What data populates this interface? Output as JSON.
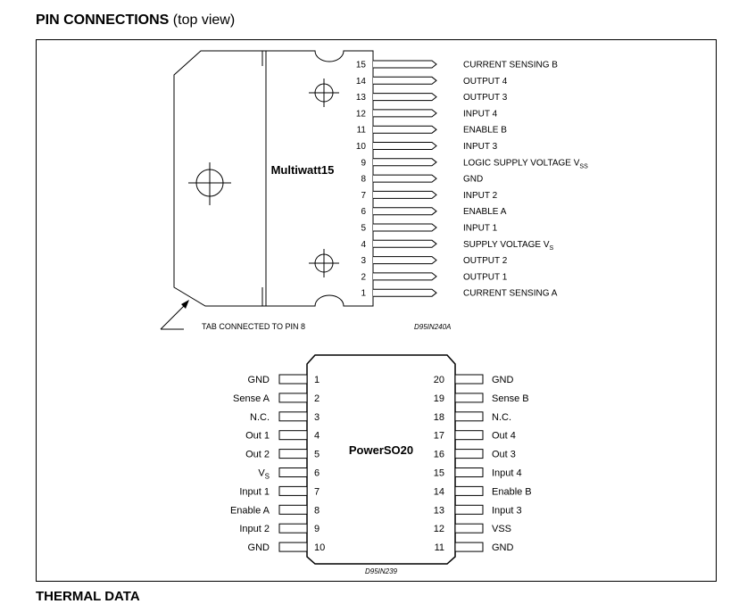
{
  "section_title": {
    "main": "PIN CONNECTIONS",
    "sub": "(top view)"
  },
  "multiwatt": {
    "package_name": "Multiwatt15",
    "pins": [
      {
        "num": "15",
        "label": "CURRENT SENSING B"
      },
      {
        "num": "14",
        "label": "OUTPUT 4"
      },
      {
        "num": "13",
        "label": "OUTPUT 3"
      },
      {
        "num": "12",
        "label": "INPUT 4"
      },
      {
        "num": "11",
        "label": "ENABLE B"
      },
      {
        "num": "10",
        "label": "INPUT 3"
      },
      {
        "num": "9",
        "label": "LOGIC SUPPLY VOLTAGE V",
        "sub": "SS"
      },
      {
        "num": "8",
        "label": "GND"
      },
      {
        "num": "7",
        "label": "INPUT 2"
      },
      {
        "num": "6",
        "label": "ENABLE A"
      },
      {
        "num": "5",
        "label": "INPUT 1"
      },
      {
        "num": "4",
        "label": "SUPPLY VOLTAGE V",
        "sub": "S"
      },
      {
        "num": "3",
        "label": "OUTPUT 2"
      },
      {
        "num": "2",
        "label": "OUTPUT 1"
      },
      {
        "num": "1",
        "label": "CURRENT SENSING A"
      }
    ],
    "tab_note": "TAB CONNECTED TO PIN 8",
    "drawing_code": "D95IN240A"
  },
  "powerso": {
    "package_name": "PowerSO20",
    "left_pins": [
      {
        "num": "1",
        "label": "GND"
      },
      {
        "num": "2",
        "label": "Sense A"
      },
      {
        "num": "3",
        "label": "N.C."
      },
      {
        "num": "4",
        "label": "Out 1"
      },
      {
        "num": "5",
        "label": "Out 2"
      },
      {
        "num": "6",
        "label": "V",
        "sub": "S"
      },
      {
        "num": "7",
        "label": "Input 1"
      },
      {
        "num": "8",
        "label": "Enable A"
      },
      {
        "num": "9",
        "label": "Input 2"
      },
      {
        "num": "10",
        "label": "GND"
      }
    ],
    "right_pins": [
      {
        "num": "20",
        "label": "GND"
      },
      {
        "num": "19",
        "label": "Sense B"
      },
      {
        "num": "18",
        "label": "N.C."
      },
      {
        "num": "17",
        "label": "Out 4"
      },
      {
        "num": "16",
        "label": "Out 3"
      },
      {
        "num": "15",
        "label": "Input 4"
      },
      {
        "num": "14",
        "label": "Enable B"
      },
      {
        "num": "13",
        "label": "Input 3"
      },
      {
        "num": "12",
        "label": "VSS"
      },
      {
        "num": "11",
        "label": "GND"
      }
    ],
    "drawing_code": "D95IN239"
  },
  "next_section_title": "THERMAL DATA"
}
